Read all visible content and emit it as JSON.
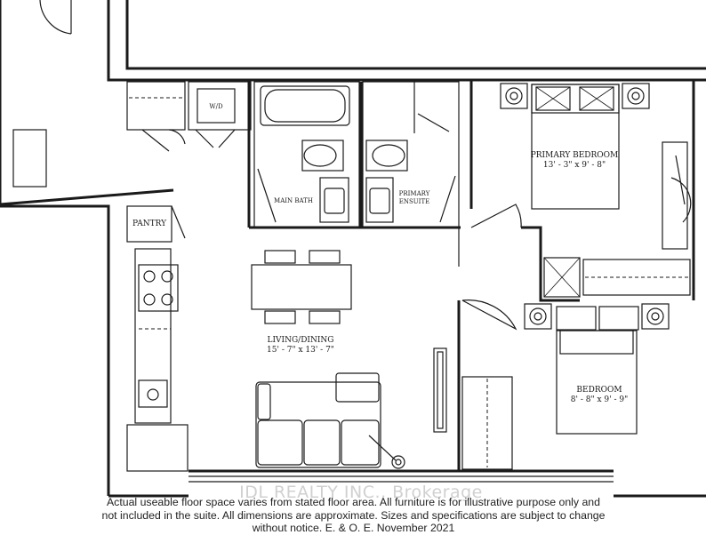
{
  "rooms": {
    "primary_bedroom": {
      "name": "PRIMARY BEDROOM",
      "dims": "13' - 3\" x 9' - 8\""
    },
    "bedroom": {
      "name": "BEDROOM",
      "dims": "8' - 8\" x 9' - 9\""
    },
    "living_dining": {
      "name": "LIVING/DINING",
      "dims": "15' - 7\" x 13' - 7\""
    },
    "main_bath": {
      "name": "MAIN BATH"
    },
    "primary_ensuite": {
      "name_line1": "PRIMARY",
      "name_line2": "ENSUITE"
    },
    "pantry": {
      "name": "PANTRY"
    },
    "laundry": {
      "name": "W/D"
    }
  },
  "watermark": "IDL REALTY INC., Brokerage",
  "disclaimer": "Actual useable floor space varies from stated floor area. All furniture is for illustrative purpose only and not included in the suite. All dimensions are approximate. Sizes and specifications are subject to change without notice. E. & O. E. November 2021"
}
